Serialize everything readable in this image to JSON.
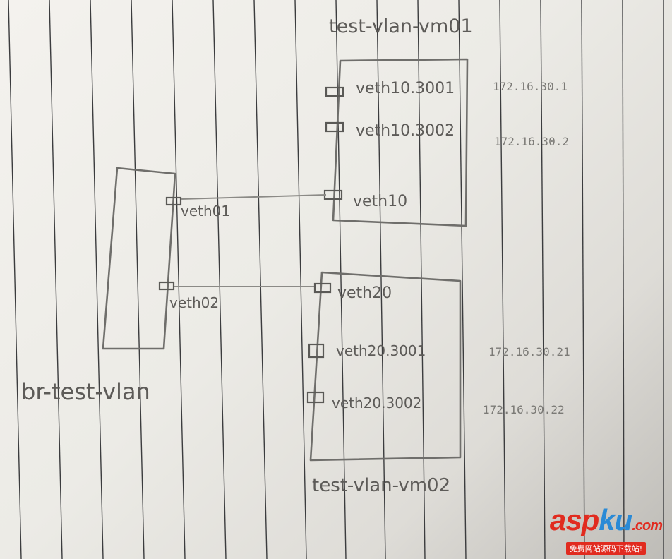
{
  "vm01": {
    "title": "test-vlan-vm01",
    "ports": [
      {
        "name": "veth10.3001",
        "ip": "172.16.30.1"
      },
      {
        "name": "veth10.3002",
        "ip": "172.16.30.2"
      },
      {
        "name": "veth10"
      }
    ]
  },
  "vm02": {
    "title": "test-vlan-vm02",
    "ports": [
      {
        "name": "veth20"
      },
      {
        "name": "veth20.3001",
        "ip": "172.16.30.21"
      },
      {
        "name": "veth20.3002",
        "ip": "172.16.30.22"
      }
    ]
  },
  "bridge": {
    "title": "br-test-vlan",
    "ports": [
      "veth01",
      "veth02"
    ]
  },
  "watermark": {
    "logo_a": "asp",
    "logo_b": "ku",
    "logo_c": ".com",
    "tagline": "免费网站源码下载站!"
  },
  "colors": {
    "pencil": "#5d5b58",
    "ruling": "#3b3c3e",
    "watermark_red": "#e12b1f",
    "watermark_blue": "#2a8ad6"
  }
}
